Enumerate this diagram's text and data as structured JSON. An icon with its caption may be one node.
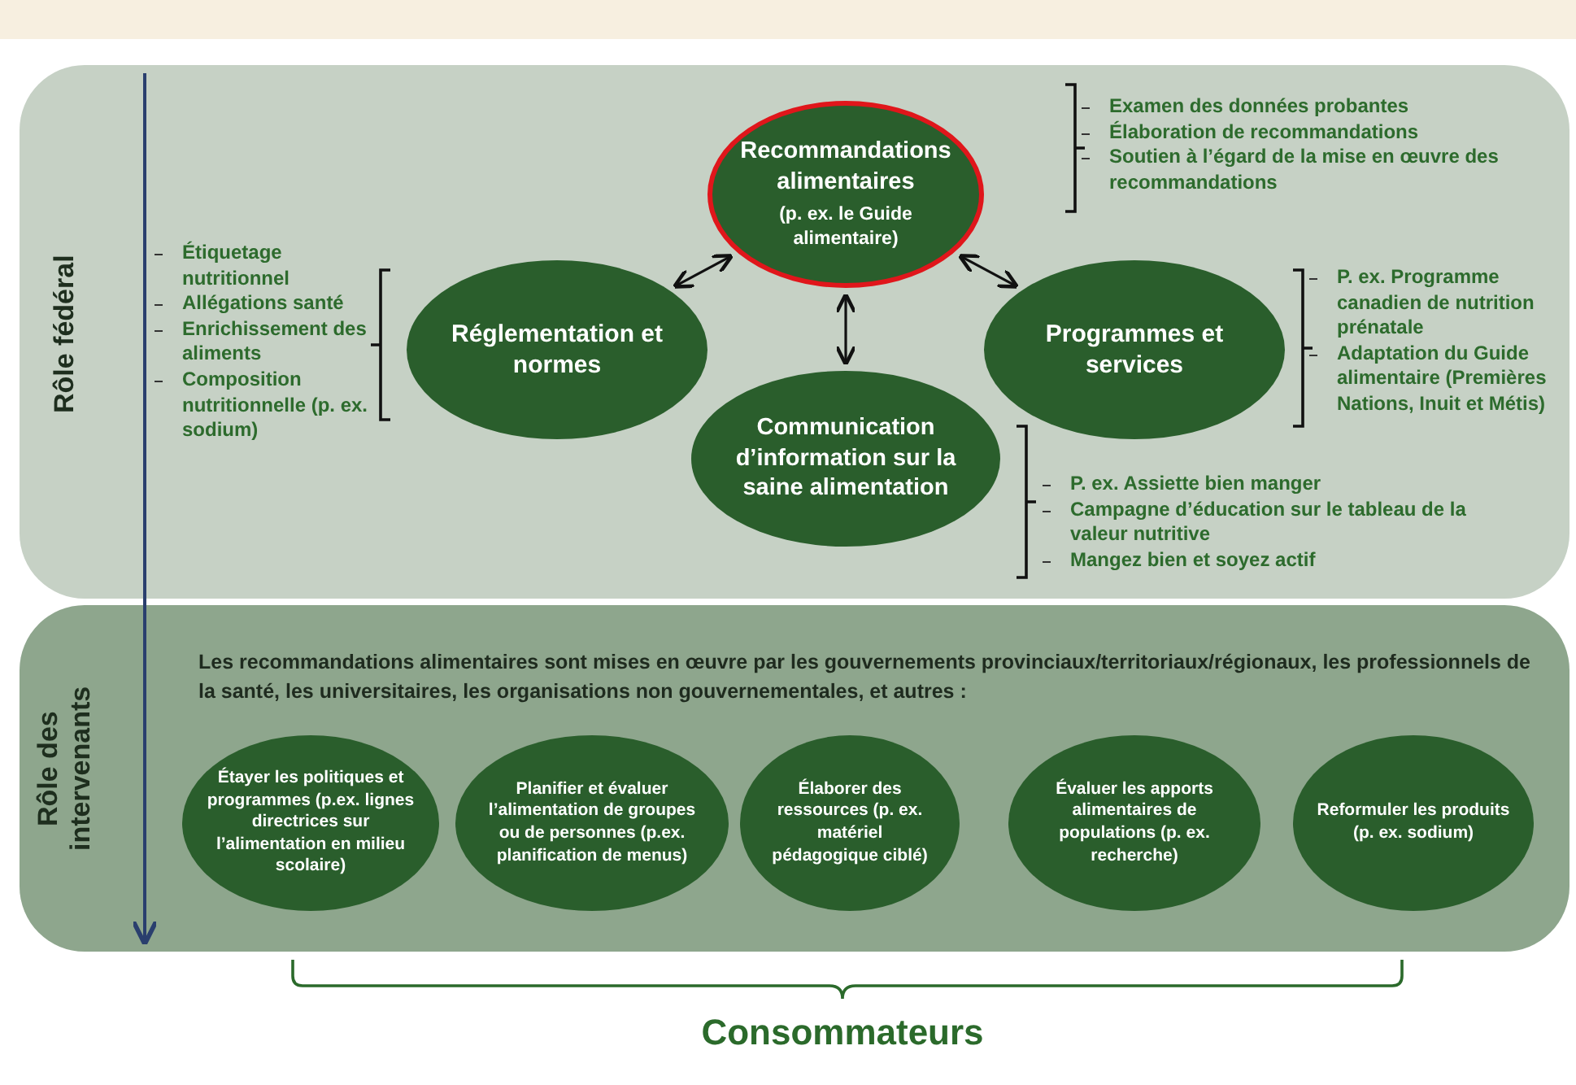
{
  "diagram": {
    "nodes": [
      {
        "text": [
          "Rôle fédéral"
        ]
      },
      {
        "text": [
          "Recommandations alimentaires",
          "(p. ex. le Guide alimentaire)"
        ],
        "in": 0,
        "beside": [
          "Examen des données probantes",
          "Élaboration de recommandations",
          "Soutien à l’égard de la mise en œuvre des recommandations"
        ]
      },
      {
        "text": [
          "Réglementation et normes"
        ],
        "in": 0,
        "beside": [
          "Étiquetage nutritionnel",
          "Allégations santé",
          "Enrichissement des aliments",
          "Composition nutritionnelle (p. ex. sodium)"
        ]
      },
      {
        "text": [
          "Programmes et services"
        ],
        "in": 0,
        "beside": [
          "P. ex. Programme canadien de nutrition prénatale",
          "Adaptation du Guide alimentaire (Premières Nations, Inuit et Métis)"
        ]
      },
      {
        "text": [
          "Communication d’information sur la saine alimentation"
        ],
        "in": 0,
        "beside": [
          "P. ex. Assiette bien manger",
          "Campagne d’éducation sur le tableau de la valeur nutritive",
          "Mangez bien et soyez actif"
        ]
      },
      {
        "text": [
          "Rôle des intervenants",
          "Les recommandations alimentaires sont mises en œuvre par les gouvernements provinciaux/territoriaux/régionaux, les professionnels de la santé, les universitaires, les organisations non gouvernementales, et autres :"
        ]
      },
      {
        "text": [
          "Étayer les politiques et programmes (p.ex. lignes directrices sur l’alimentation en milieu scolaire)"
        ],
        "in": 5
      },
      {
        "text": [
          "Planifier et évaluer l’alimentation de groupes ou de personnes (p.ex. planification de menus)"
        ],
        "in": 5
      },
      {
        "text": [
          "Élaborer des ressources (p. ex. matériel pédagogique ciblé)"
        ],
        "in": 5
      },
      {
        "text": [
          "Évaluer les apports alimentaires de populations (p. ex. recherche)"
        ],
        "in": 5
      },
      {
        "text": [
          "Reformuler les produits (p. ex. sodium)"
        ],
        "in": 5
      }
    ],
    "edges": [
      {
        "from": 1,
        "to": 2,
        "arrow": "both"
      },
      {
        "from": 1,
        "to": 3,
        "arrow": "both"
      },
      {
        "from": 1,
        "to": 4,
        "arrow": "both"
      },
      {
        "from": 0,
        "to": 5,
        "arrow": "to",
        "color": "#2a3f6e"
      }
    ],
    "labels": [
      "Consommateurs"
    ]
  }
}
